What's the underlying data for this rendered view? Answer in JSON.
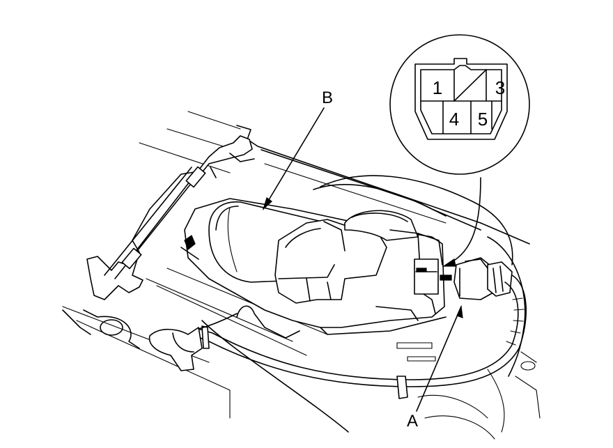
{
  "labels": {
    "component_a": "A",
    "component_b": "B"
  },
  "connector_detail": {
    "pins": [
      "1",
      "3",
      "4",
      "5"
    ]
  }
}
